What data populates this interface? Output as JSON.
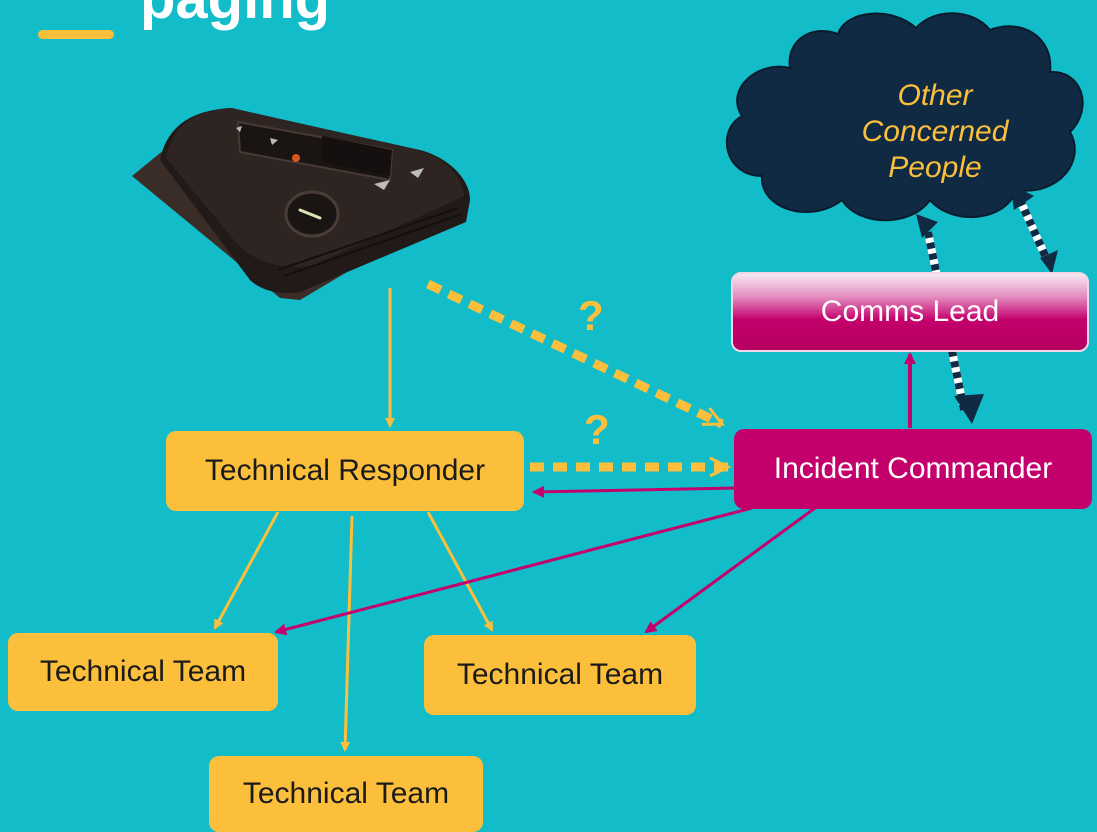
{
  "diagram": {
    "title_fragment": "paging",
    "nodes": {
      "technical_responder": "Technical Responder",
      "incident_commander": "Incident Commander",
      "comms_lead": "Comms Lead",
      "technical_team_1": "Technical Team",
      "technical_team_2": "Technical Team",
      "technical_team_3": "Technical Team"
    },
    "cloud_lines": [
      "Other",
      "Concerned",
      "People"
    ],
    "question_marks": [
      "?",
      "?"
    ],
    "image": "pager-device",
    "colors": {
      "background": "#13bcc9",
      "yellow": "#fbbf3b",
      "magenta": "#c4006c",
      "cloud": "#102a43"
    }
  }
}
